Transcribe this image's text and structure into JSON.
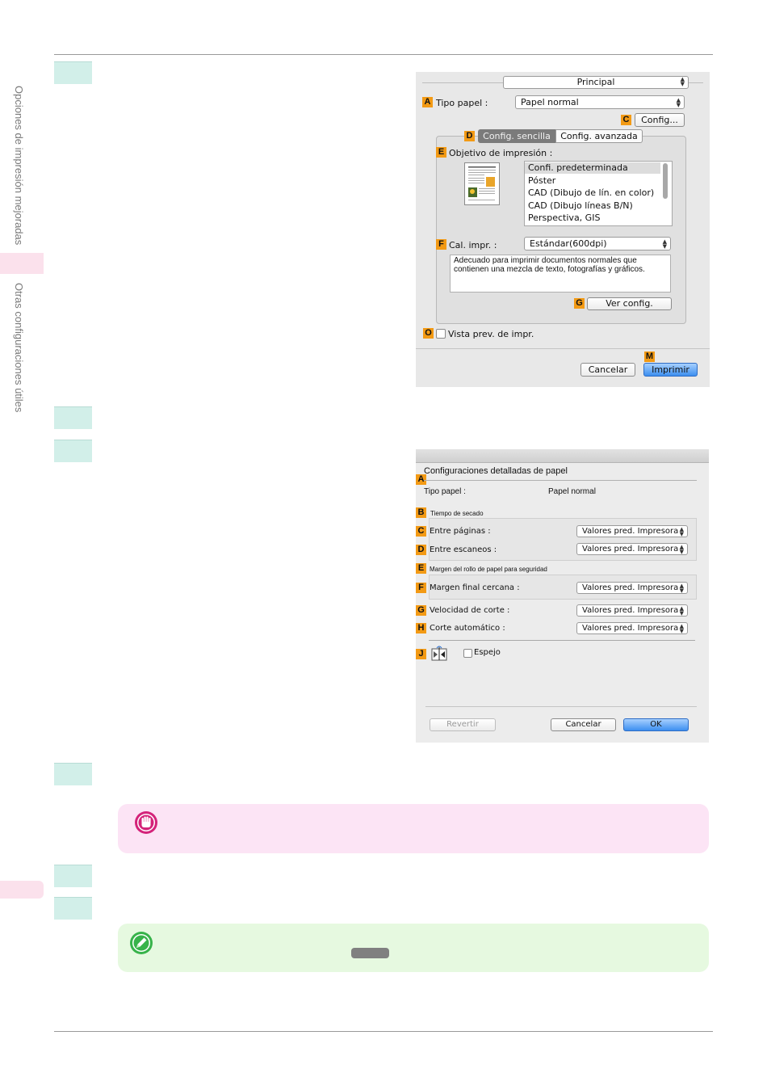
{
  "sidebar": {
    "text1": "Opciones de impresión mejoradas",
    "text2": "Otras configuraciones útiles"
  },
  "dialog1": {
    "popup": "Principal",
    "tipo_papel_label": "Tipo papel :",
    "tipo_papel_value": "Papel normal",
    "config_button": "Config...",
    "tab_simple": "Config. sencilla",
    "tab_advanced": "Config. avanzada",
    "objetivo_label": "Objetivo de impresión :",
    "list_items": [
      "Confi. predeterminada",
      "Póster",
      "CAD (Dibujo de lín. en color)",
      "CAD (Dibujo líneas B/N)",
      "Perspectiva, GIS"
    ],
    "cal_label": "Cal. impr. :",
    "cal_value": "Estándar(600dpi)",
    "description": "Adecuado para imprimir documentos normales que contienen una mezcla de texto, fotografías y gráficos.",
    "ver_config_button": "Ver config.",
    "preview_label": "Vista prev. de impr.",
    "cancel_button": "Cancelar",
    "print_button": "Imprimir",
    "badges": {
      "a": "A",
      "c": "C",
      "d": "D",
      "e": "E",
      "f": "F",
      "g": "G",
      "o": "O",
      "m": "M"
    }
  },
  "dialog2": {
    "title": "Configuraciones detalladas de papel",
    "tipo_papel_label": "Tipo papel :",
    "tipo_papel_value": "Papel normal",
    "secado_label": "Tiempo de secado",
    "entre_paginas_label": "Entre páginas :",
    "entre_escaneos_label": "Entre escaneos :",
    "margen_section_label": "Margen del rollo de papel para seguridad",
    "margen_final_label": "Margen final cercana :",
    "velocidad_label": "Velocidad de corte :",
    "corte_label": "Corte automático :",
    "select_value": "Valores pred. Impresora",
    "espejo_label": "Espejo",
    "revert_button": "Revertir",
    "cancel_button": "Cancelar",
    "ok_button": "OK",
    "badges": {
      "a": "A",
      "b": "B",
      "c": "C",
      "d": "D",
      "e": "E",
      "f": "F",
      "g": "G",
      "h": "H",
      "j": "J"
    }
  },
  "colors": {
    "step_fill": "#d2efe9",
    "important_bg": "#fce4f5",
    "note_bg": "#e6f9e0",
    "badge": "#f39a14",
    "sidebar_tab": "#fbe1ec"
  }
}
